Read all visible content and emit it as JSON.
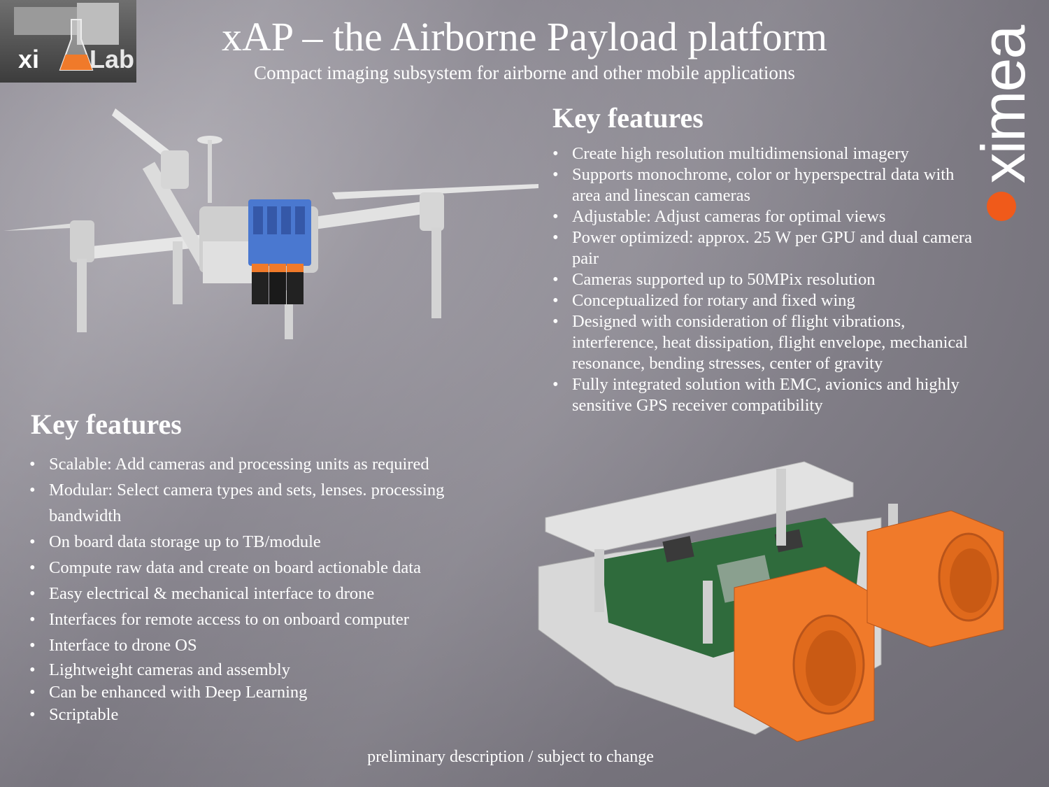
{
  "badge": {
    "left_text": "xi",
    "right_text": "Lab"
  },
  "header": {
    "title": "xAP – the Airborne Payload platform",
    "subtitle": "Compact imaging subsystem for airborne and other mobile applications"
  },
  "logo": {
    "text": "ximea",
    "accent": "#f05a1a"
  },
  "right_section": {
    "heading": "Key features",
    "items": [
      "Create high resolution multidimensional imagery",
      "Supports monochrome, color or hyperspectral data with area and linescan cameras",
      "Adjustable: Adjust cameras for optimal views",
      "Power optimized: approx. 25 W per GPU and dual camera pair",
      "Cameras supported up to 50MPix resolution",
      "Conceptualized for rotary and fixed wing",
      "Designed with consideration of flight vibrations, interference, heat dissipation, flight envelope, mechanical resonance, bending stresses, center of gravity",
      "Fully integrated solution with EMC, avionics and highly sensitive GPS receiver compatibility"
    ]
  },
  "left_section": {
    "heading": "Key features",
    "items": [
      "Scalable: Add cameras and processing units as required",
      "Modular: Select camera types and sets, lenses. processing bandwidth",
      "On board data storage up to TB/module",
      "Compute raw data and create on board actionable data",
      "Easy electrical & mechanical interface to drone",
      "Interfaces for remote access to on onboard computer",
      "Interface to drone OS",
      "Lightweight cameras and assembly",
      "Can be enhanced with Deep Learning",
      "Scriptable"
    ]
  },
  "footer": {
    "note": "preliminary description / subject to change"
  },
  "colors": {
    "camera_orange": "#f07a2a",
    "camera_blue": "#4a78d0",
    "pcb_green": "#2f6b3c"
  }
}
